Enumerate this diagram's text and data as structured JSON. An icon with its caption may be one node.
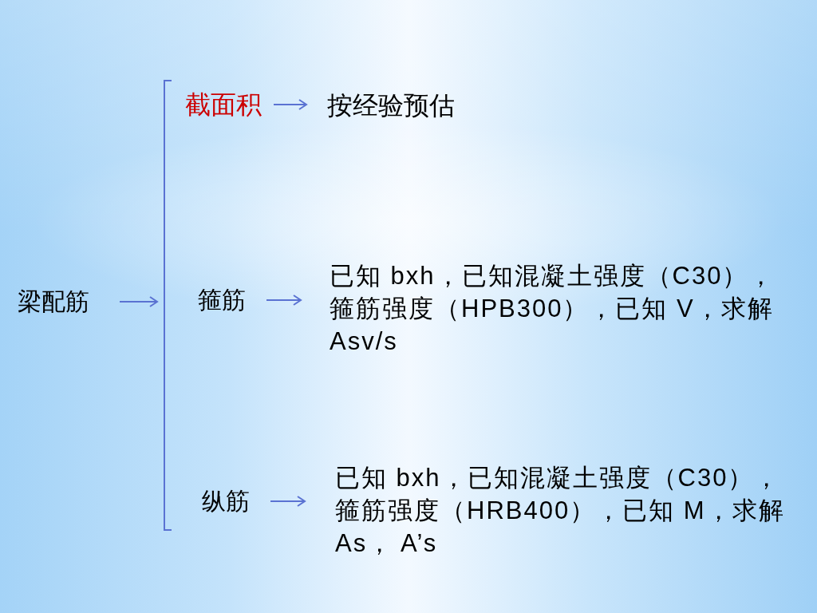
{
  "diagram": {
    "nodes": [
      {
        "text": [
          "梁配筋"
        ]
      },
      {
        "text": [],
        "shape": "bracket"
      },
      {
        "text": [
          "截面积"
        ]
      },
      {
        "text": [
          "按经验预估"
        ]
      },
      {
        "text": [
          "箍筋"
        ]
      },
      {
        "text": [
          "已知 bxh，已知混凝土强度（C30），箍筋强度（HPB300），已知 V，求解 Asv/s"
        ]
      },
      {
        "text": [
          "纵筋"
        ]
      },
      {
        "text": [
          "已知 bxh，已知混凝土强度（C30），箍筋强度（HRB400），已知 M，求解 As， A’s"
        ]
      }
    ],
    "edges": [
      {
        "from": 0,
        "to": 1,
        "arrow": "to"
      },
      {
        "from": 2,
        "to": 3,
        "arrow": "to"
      },
      {
        "from": 4,
        "to": 5,
        "arrow": "to"
      },
      {
        "from": 6,
        "to": 7,
        "arrow": "to"
      }
    ]
  }
}
